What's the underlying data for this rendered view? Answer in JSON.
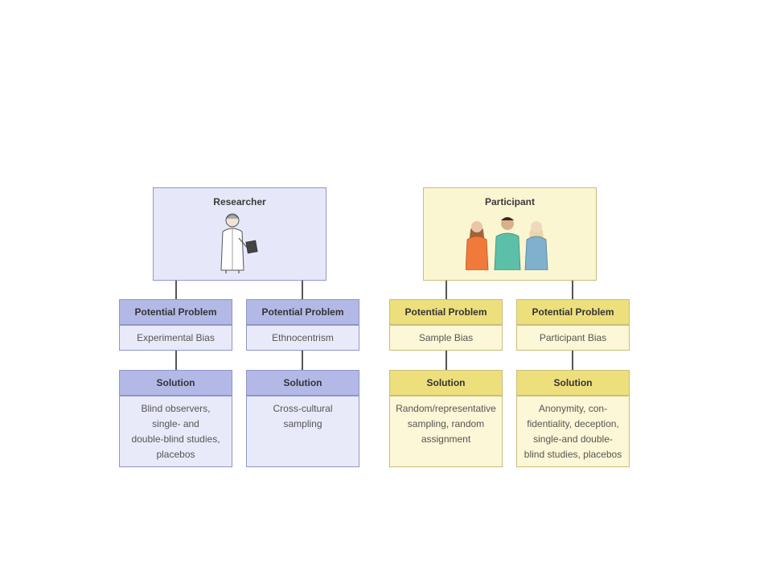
{
  "researcher": {
    "title": "Researcher",
    "branches": [
      {
        "problem_label": "Potential Problem",
        "problem": "Experimental Bias",
        "solution_label": "Solution",
        "solution_lines": [
          "Blind observers,",
          "single- and",
          "double-blind studies,",
          "placebos"
        ]
      },
      {
        "problem_label": "Potential Problem",
        "problem": "Ethnocentrism",
        "solution_label": "Solution",
        "solution_lines": [
          "Cross-cultural",
          "sampling"
        ]
      }
    ]
  },
  "participant": {
    "title": "Participant",
    "branches": [
      {
        "problem_label": "Potential Problem",
        "problem": "Sample Bias",
        "solution_label": "Solution",
        "solution_lines": [
          "Random/representative",
          "sampling, random",
          "assignment"
        ]
      },
      {
        "problem_label": "Potential Problem",
        "problem": "Participant Bias",
        "solution_label": "Solution",
        "solution_lines": [
          "Anonymity, con-",
          "fidentiality, deception,",
          "single-and double-",
          "blind studies, placebos"
        ]
      }
    ]
  },
  "colors": {
    "researcher_header": "#b3b9e6",
    "participant_header": "#eedf7d"
  },
  "icons": {
    "researcher": "scientist-icon",
    "participant": "three-people-icon"
  }
}
